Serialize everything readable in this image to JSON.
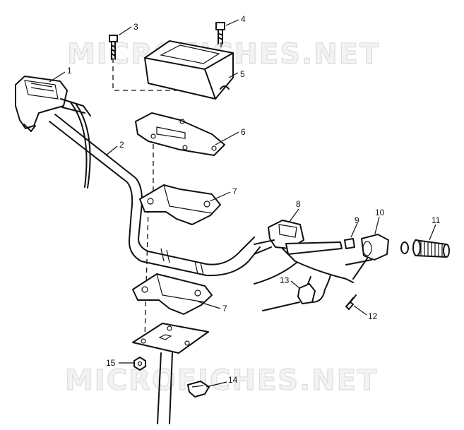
{
  "watermark": {
    "top": "MICROFICHES.NET",
    "bottom": "MICROFICHES.NET"
  },
  "callouts": [
    "1",
    "2",
    "3",
    "4",
    "5",
    "6",
    "7",
    "7",
    "8",
    "9",
    "10",
    "11",
    "12",
    "13",
    "14",
    "15"
  ]
}
